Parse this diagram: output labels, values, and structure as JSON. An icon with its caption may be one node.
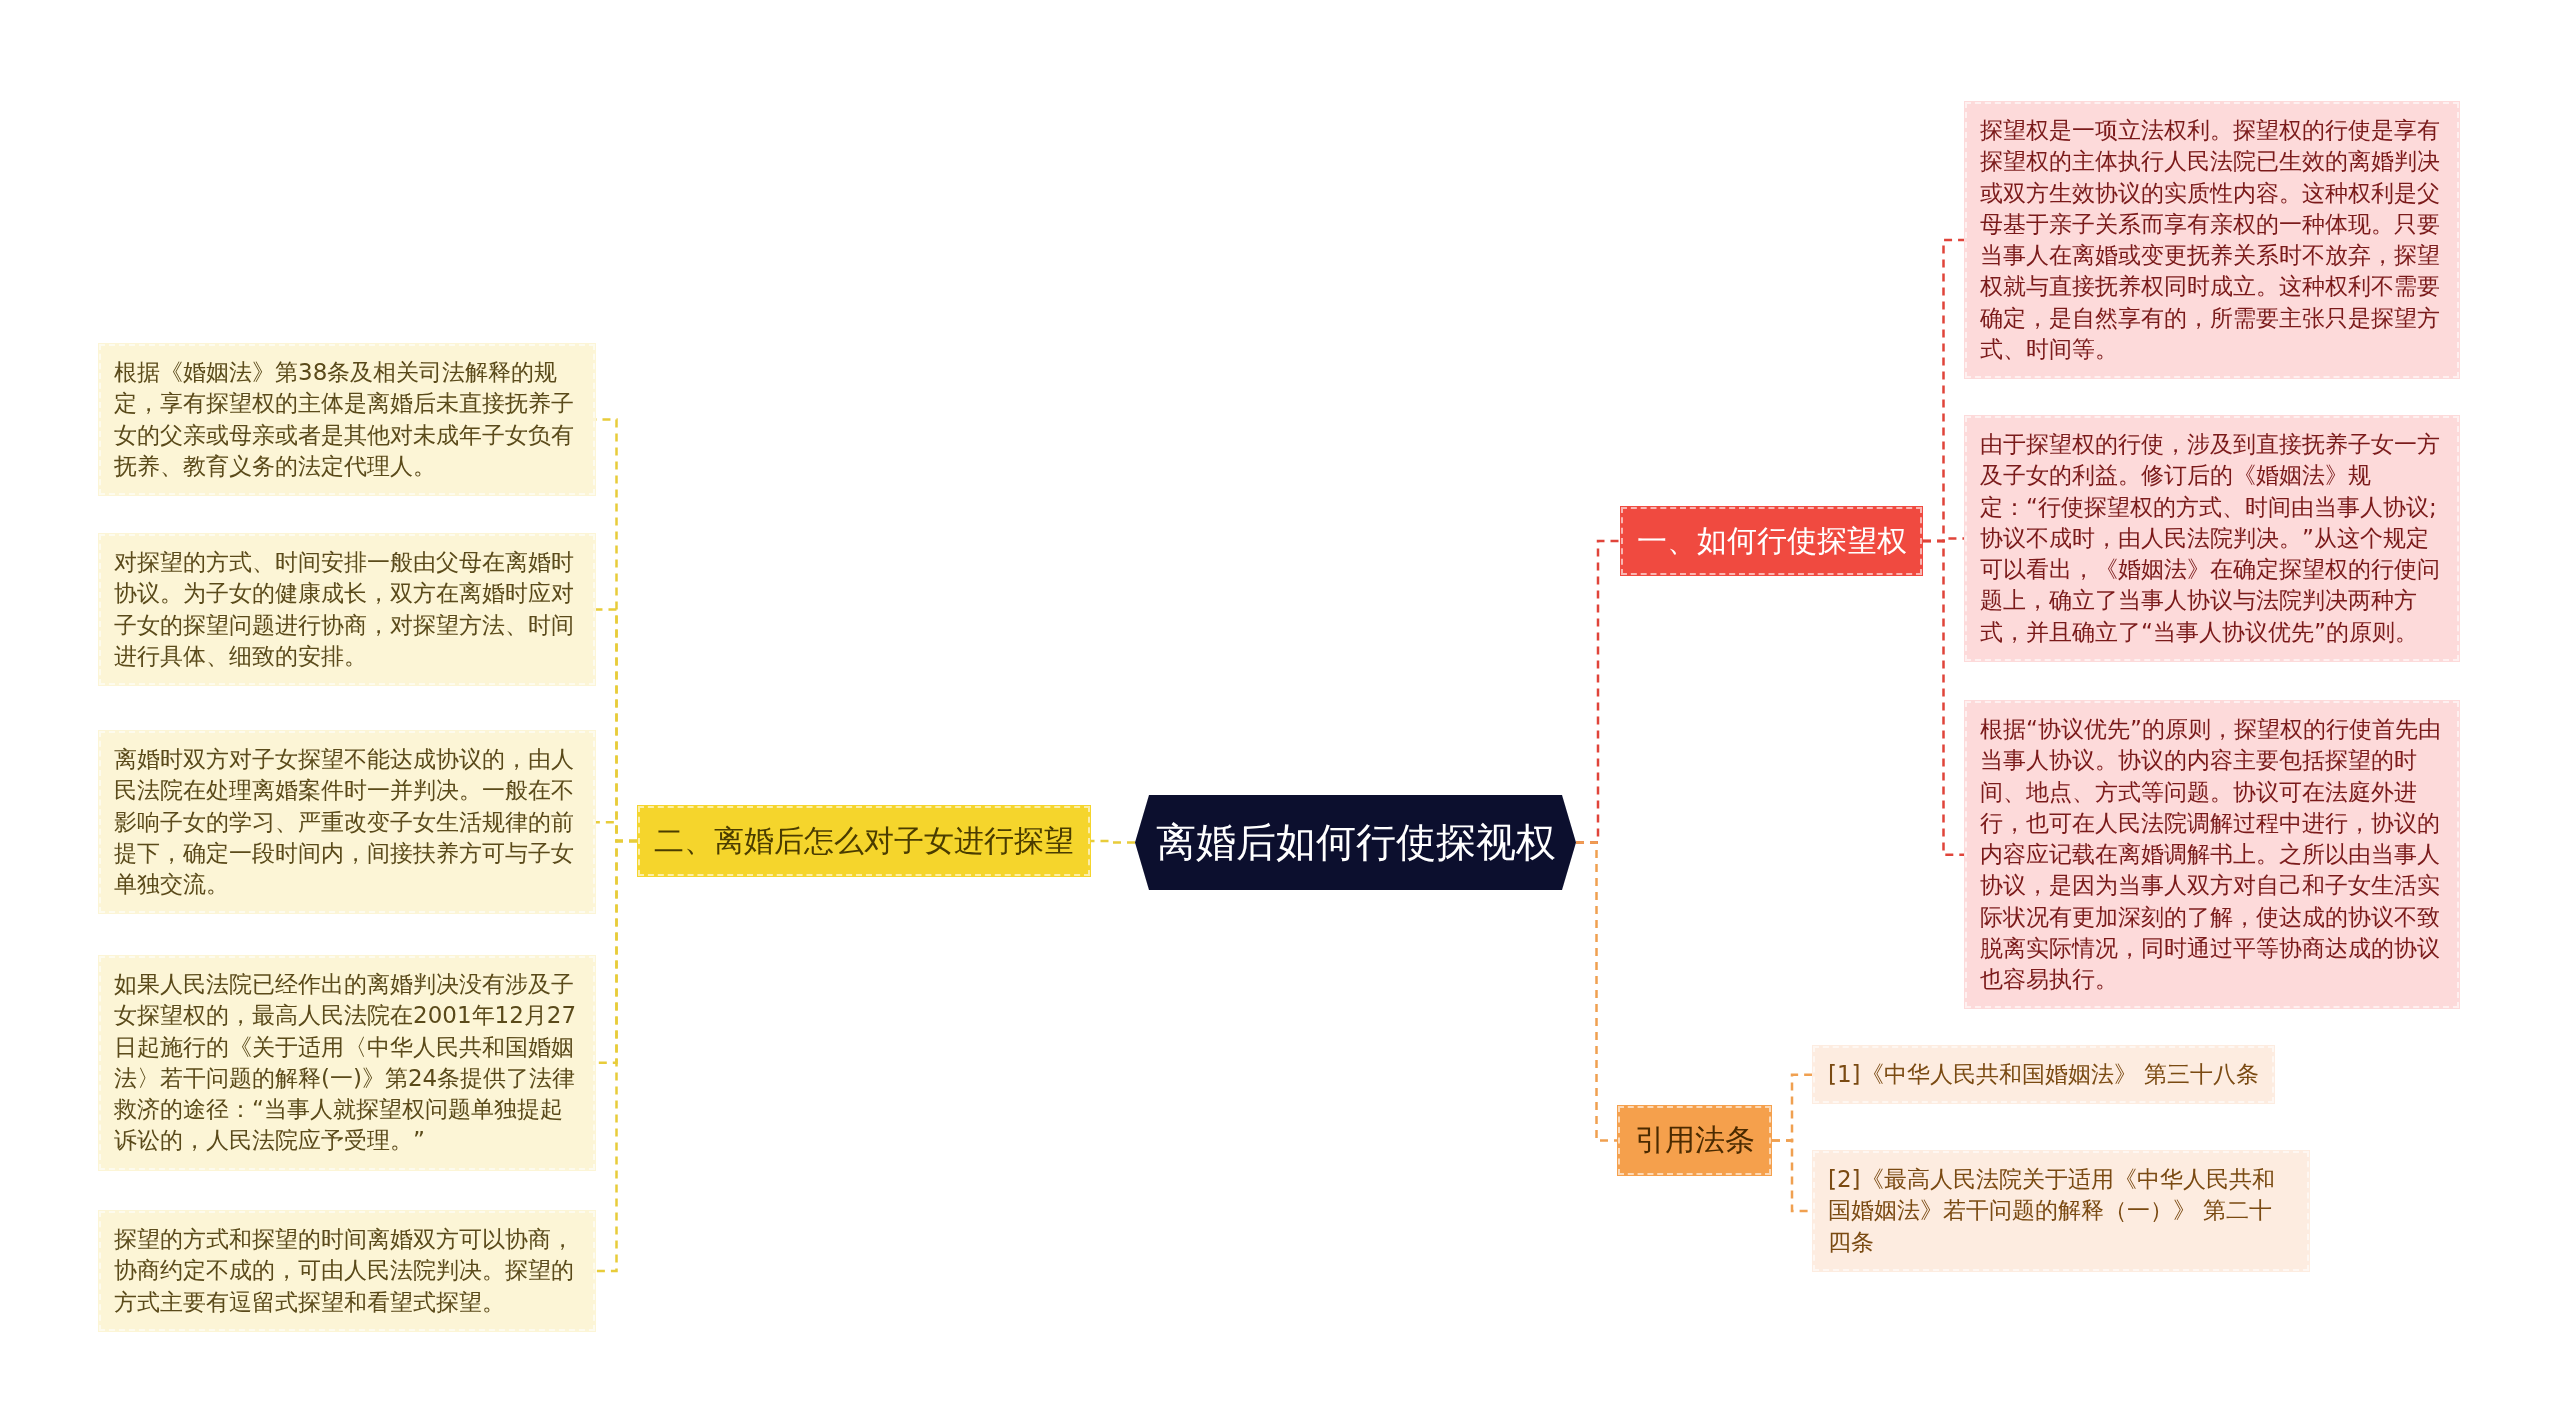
{
  "diagram": {
    "nodes": [
      {
        "text": [
          "离婚后如何行使探视权"
        ]
      },
      {
        "text": [
          "一、如何行使探望权"
        ]
      },
      {
        "text": [
          "探望权是一项立法权利。探望权的行使是享有探望权的主体执行人民法院已生效的离婚判决或双方生效协议的实质性内容。这种权利是父母基于亲子关系而享有亲权的一种体现。只要当事人在离婚或变更抚养关系时不放弃，探望权就与直接抚养权同时成立。这种权利不需要确定，是自然享有的，所需要主张只是探望方式、时间等。"
        ]
      },
      {
        "text": [
          "由于探望权的行使，涉及到直接抚养子女一方及子女的利益。修订后的《婚姻法》规定：“行使探望权的方式、时间由当事人协议;协议不成时，由人民法院判决。”从这个规定可以看出，《婚姻法》在确定探望权的行使问题上，确立了当事人协议与法院判决两种方式，并且确立了“当事人协议优先”的原则。"
        ]
      },
      {
        "text": [
          "根据“协议优先”的原则，探望权的行使首先由当事人协议。协议的内容主要包括探望的时间、地点、方式等问题。协议可在法庭外进行，也可在人民法院调解过程中进行，协议的内容应记载在离婚调解书上。之所以由当事人协议，是因为当事人双方对自己和子女生活实际状况有更加深刻的了解，使达成的协议不致脱离实际情况，同时通过平等协商达成的协议也容易执行。"
        ]
      },
      {
        "text": [
          "引用法条"
        ]
      },
      {
        "text": [
          "[1]《中华人民共和国婚姻法》 第三十八条"
        ]
      },
      {
        "text": [
          "[2]《最高人民法院关于适用《中华人民共和国婚姻法》若干问题的解释（一）》 第二十四条"
        ]
      },
      {
        "text": [
          "二、离婚后怎么对子女进行探望"
        ]
      },
      {
        "text": [
          "根据《婚姻法》第38条及相关司法解释的规定，享有探望权的主体是离婚后未直接抚养子女的父亲或母亲或者是其他对未成年子女负有抚养、教育义务的法定代理人。"
        ]
      },
      {
        "text": [
          "对探望的方式、时间安排一般由父母在离婚时协议。为子女的健康成长，双方在离婚时应对子女的探望问题进行协商，对探望方法、时间进行具体、细致的安排。"
        ]
      },
      {
        "text": [
          "离婚时双方对子女探望不能达成协议的，由人民法院在处理离婚案件时一并判决。一般在不影响子女的学习、严重改变子女生活规律的前提下，确定一段时间内，间接扶养方可与子女单独交流。"
        ]
      },
      {
        "text": [
          "如果人民法院已经作出的离婚判决没有涉及子女探望权的，最高人民法院在2001年12月27日起施行的《关于适用〈中华人民共和国婚姻法〉若干问题的解释(一)》第24条提供了法律救济的途径：“当事人就探望权问题单独提起诉讼的，人民法院应予受理。”"
        ]
      },
      {
        "text": [
          "探望的方式和探望的时间离婚双方可以协商，协商约定不成的，可由人民法院判决。探望的方式主要有逗留式探望和看望式探望。"
        ]
      }
    ],
    "edges": [
      {
        "from": 0,
        "to": 1,
        "arrow": "none",
        "style": "dashed",
        "color": "#e0443a"
      },
      {
        "from": 1,
        "to": 2,
        "arrow": "none",
        "style": "dashed",
        "color": "#e0443a"
      },
      {
        "from": 1,
        "to": 3,
        "arrow": "none",
        "style": "dashed",
        "color": "#e0443a"
      },
      {
        "from": 1,
        "to": 4,
        "arrow": "none",
        "style": "dashed",
        "color": "#e0443a"
      },
      {
        "from": 0,
        "to": 5,
        "arrow": "none",
        "style": "dashed",
        "color": "#f0a050"
      },
      {
        "from": 5,
        "to": 6,
        "arrow": "none",
        "style": "dashed",
        "color": "#f0a050"
      },
      {
        "from": 5,
        "to": 7,
        "arrow": "none",
        "style": "dashed",
        "color": "#f0a050"
      },
      {
        "from": 0,
        "to": 8,
        "arrow": "none",
        "style": "dashed"
      },
      {
        "from": 8,
        "to": 9,
        "arrow": "none",
        "style": "dashed"
      },
      {
        "from": 8,
        "to": 10,
        "arrow": "none",
        "style": "dashed"
      },
      {
        "from": 8,
        "to": 11,
        "arrow": "none",
        "style": "dashed"
      },
      {
        "from": 8,
        "to": 12,
        "arrow": "none",
        "style": "dashed"
      },
      {
        "from": 8,
        "to": 13,
        "arrow": "none",
        "style": "dashed"
      }
    ]
  }
}
